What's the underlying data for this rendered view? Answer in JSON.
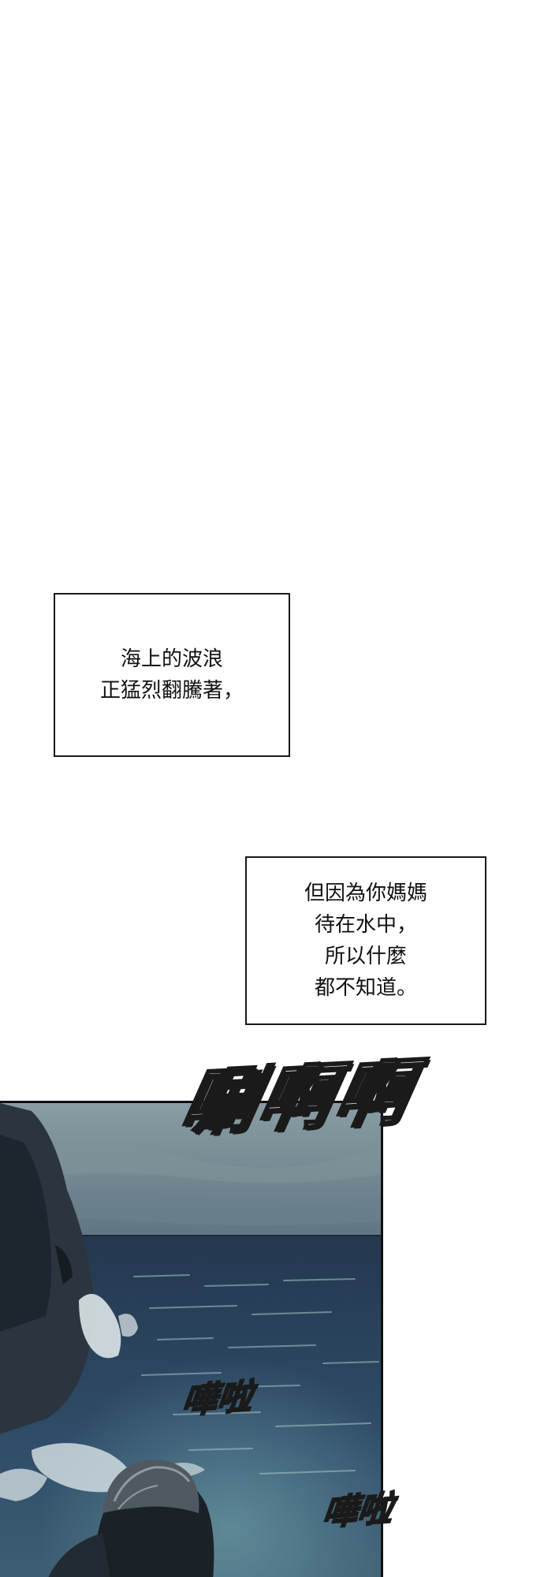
{
  "caption_1": {
    "lines": [
      "海上的波浪",
      "正猛烈翻騰著，"
    ]
  },
  "caption_2": {
    "lines": [
      "但因為你媽媽",
      "待在水中，",
      "所以什麼",
      "都不知道。"
    ]
  },
  "sound_effects": {
    "big": "唰啊啊",
    "small_1": "嘩啦",
    "small_2": "嘩啦"
  },
  "colors": {
    "sea_dark": "#1c2e44",
    "sea_mid": "#3a5b78",
    "sky": "#6f8791",
    "rock": "#2a3540"
  }
}
